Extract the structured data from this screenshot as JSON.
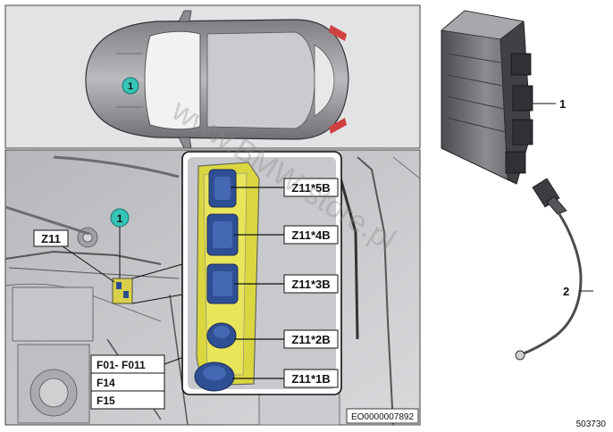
{
  "diagram": {
    "marker": "1",
    "callouts": [
      "Z11*5B",
      "Z11*4B",
      "Z11*3B",
      "Z11*2B",
      "Z11*1B"
    ],
    "component_label": "Z11",
    "fuse_labels": [
      "F01- F011",
      "F14",
      "F15"
    ],
    "image_code": "EO0000007892",
    "part_numbers": [
      "1",
      "2"
    ],
    "reference_number": "503730",
    "watermark": "www.BMW-store.pl"
  }
}
